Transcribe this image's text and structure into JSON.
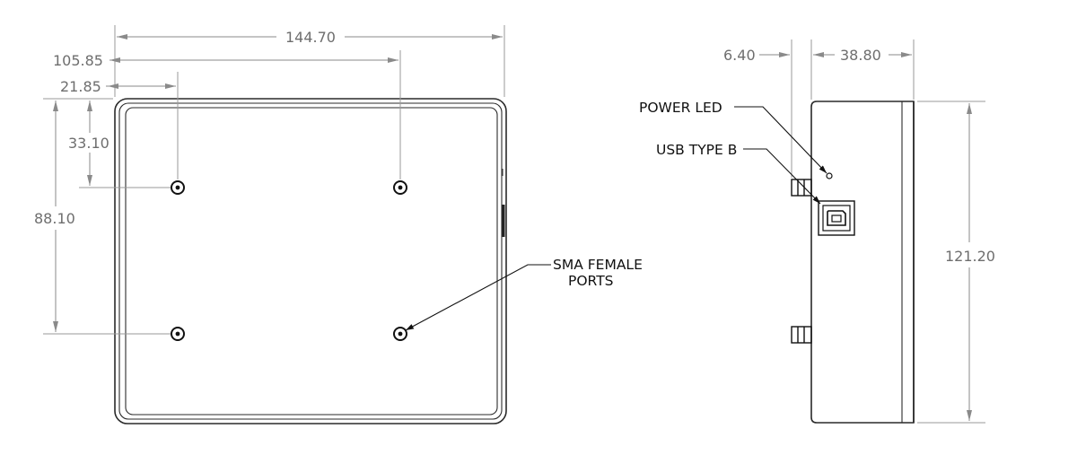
{
  "dimensions": {
    "overall_width": "144.70",
    "port_x_right": "105.85",
    "port_x_left": "21.85",
    "port_y_top": "33.10",
    "port_y_bottom": "88.10",
    "side_flange": "6.40",
    "side_depth": "38.80",
    "overall_height": "121.20"
  },
  "callouts": {
    "power_led": "POWER LED",
    "usb": "USB TYPE B",
    "sma_line1": "SMA FEMALE",
    "sma_line2": "PORTS"
  },
  "colors": {
    "dimension": "#6e6e6e",
    "outline": "#2a2a2a",
    "callout": "#111111"
  }
}
